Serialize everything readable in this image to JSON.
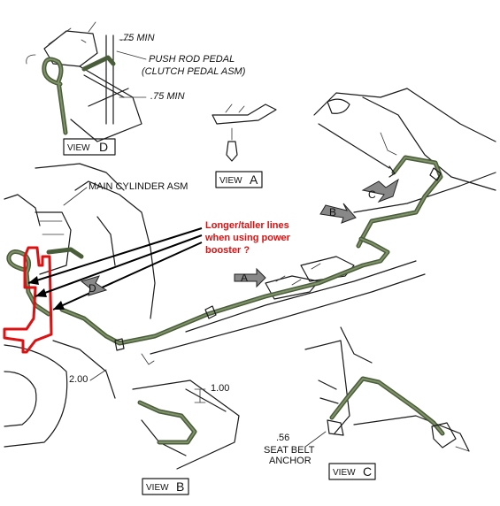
{
  "labels": {
    "view_d": "VIEW",
    "view_d_letter": "D",
    "view_a": "VIEW",
    "view_a_letter": "A",
    "view_b": "VIEW",
    "view_b_letter": "B",
    "view_c": "VIEW",
    "view_c_letter": "C",
    "push_rod_line1": "PUSH ROD PEDAL",
    "push_rod_line2": "(CLUTCH PEDAL ASM)",
    "min_top": ".75 MIN",
    "min_bottom": ".75 MIN",
    "main_cylinder": "MAIN CYLINDER ASM",
    "dim_200": "2.00",
    "dim_100": "1.00",
    "dim_56": ".56",
    "seat_belt_line1": "SEAT BELT",
    "seat_belt_line2": "ANCHOR"
  },
  "callouts": {
    "a": "A",
    "b": "B",
    "c": "C",
    "d": "D"
  },
  "annotation": {
    "line1": "Longer/taller lines",
    "line2": "when using power",
    "line3": "booster ?",
    "color": "#dd1111"
  },
  "colors": {
    "brake_line": "#4a5d3a",
    "annotation_marker": "#dd1111"
  }
}
